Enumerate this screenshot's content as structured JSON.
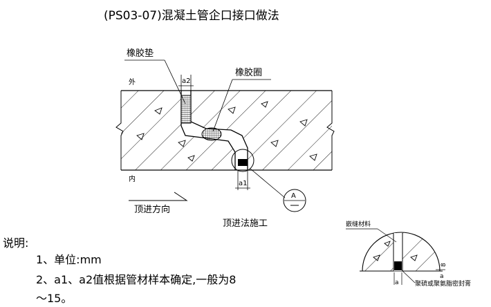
{
  "title": "(PS03-07)混凝土管企口接口做法",
  "labels": {
    "gasket": "橡胶垫",
    "ring": "橡胶圈",
    "outside": "外",
    "inside": "内",
    "a2": "a2",
    "a1": "a1",
    "jacking_direction": "顶进方向",
    "construction": "顶进法施工",
    "detail_marker": "A"
  },
  "notes": {
    "heading": "说明:",
    "item1": "1、单位:mm",
    "item2": "2、a1、a2值根据管材样本确定,一般为8",
    "item2_cont": "～15。"
  },
  "detail": {
    "filler_label": "嵌缝材料",
    "sealant_label": "聚硫或聚氨脂密封膏",
    "dim_a": "a",
    "dim_fraction_top": "a",
    "dim_fraction_bottom": "8"
  }
}
